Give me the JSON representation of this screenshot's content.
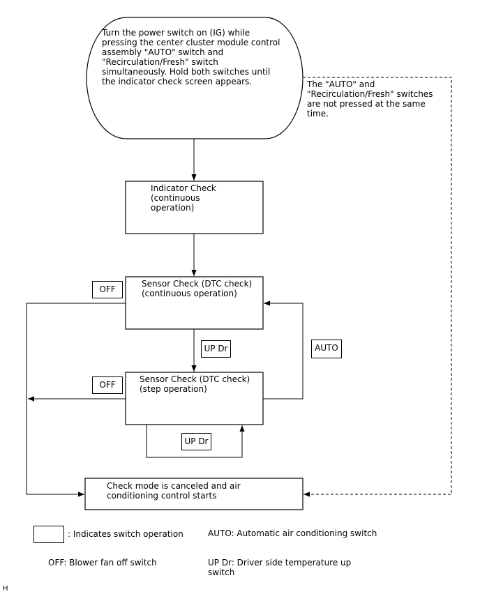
{
  "flow": {
    "start_text": "Turn the power switch on (IG) while\npressing the center cluster module control\nassembly \"AUTO\" switch and\n\"Recirculation/Fresh\" switch\nsimultaneously. Hold both switches until\nthe indicator check screen appears.",
    "not_pressed_text": "The \"AUTO\" and\n\"Recirculation/Fresh\" switches\nare not pressed at the same\ntime.",
    "indicator_check": "Indicator Check\n(continuous\noperation)",
    "sensor_continuous": "Sensor Check (DTC check)\n(continuous operation)",
    "sensor_step": "Sensor Check (DTC check)\n(step operation)",
    "end_text": "Check mode is canceled and air\nconditioning control starts"
  },
  "switches": {
    "off_1": "OFF",
    "off_2": "OFF",
    "up_dr_1": "UP Dr",
    "up_dr_2": "UP Dr",
    "auto": "AUTO"
  },
  "legend": {
    "box_meaning": ": Indicates switch operation",
    "auto_def": "AUTO: Automatic air conditioning switch",
    "off_def": "OFF: Blower fan off switch",
    "updr_def": "UP Dr: Driver side temperature up\nswitch"
  },
  "footer": {
    "label": "H"
  }
}
